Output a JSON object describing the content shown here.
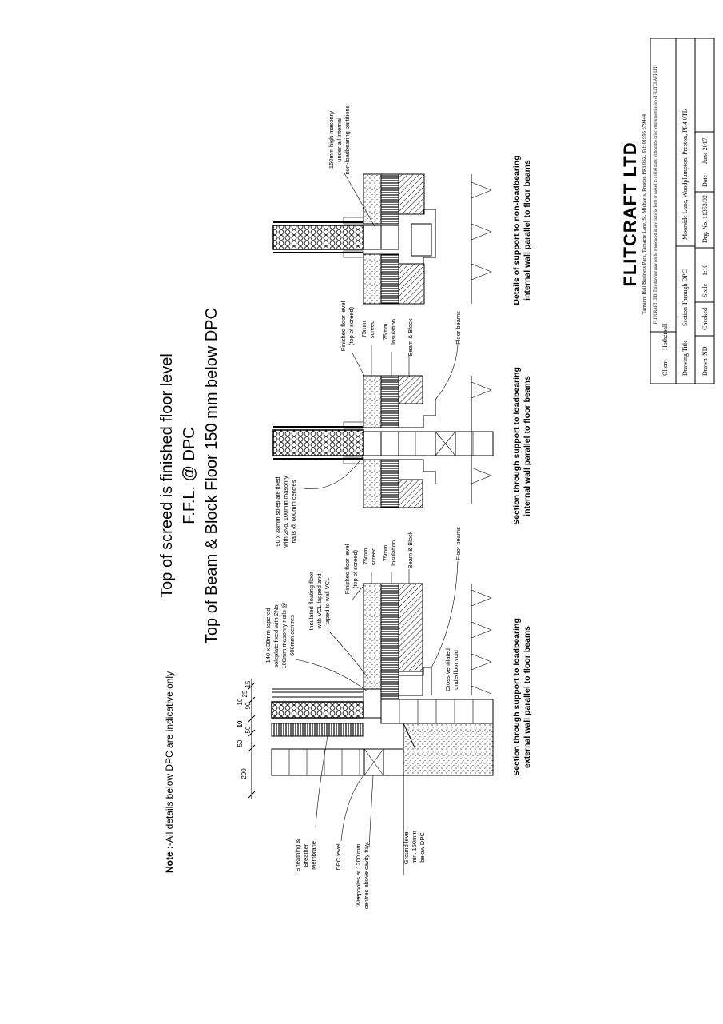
{
  "headings": {
    "line1": "Top of screed is finished floor level",
    "line2": "F.F.L. @ DPC",
    "line3": "Top of Beam & Block Floor 150 mm below DPC"
  },
  "note": {
    "bold": "Note :",
    "text": "-All details below DPC are indicative only"
  },
  "section_titles": [
    {
      "l1": "Section through support to loadbearing",
      "l2": "external wall parallel to floor beams"
    },
    {
      "l1": "Section through support to loadbearing",
      "l2": "internal wall parallel to floor beams"
    },
    {
      "l1": "Details of support to non-loadbearing",
      "l2": "internal wall parallel to floor beams"
    }
  ],
  "labels": {
    "sheathing": [
      "Sheathing &",
      "Breather",
      "Membrane"
    ],
    "dpc_level": "DPC level",
    "weepholes": [
      "Weepholes at 1200 mm",
      "centres above cavity tray."
    ],
    "ground_level": [
      "Ground level",
      "min. 150mm",
      "below DPC"
    ],
    "soleplate_140": [
      "140 x 38mm tapered",
      "soleplate fixed with 2No.",
      "100mm masonry nails @",
      "600mm centres"
    ],
    "insulated_floor": [
      "Insulated floating floor",
      "with VCL lapped and",
      "taped to wall VCL"
    ],
    "soleplate_90": [
      "90 x 38mm soleplate fixed",
      "with 2No. 100mm masonry",
      "nails @ 600mm centres"
    ],
    "ffl": [
      "Finished floor level",
      "(top of screed)"
    ],
    "screed": [
      "75mm",
      "screed"
    ],
    "insulation": [
      "75mm",
      "Insulation"
    ],
    "beam_block": "Beam & Block",
    "floor_beams": "Floor beams",
    "void": [
      "Cross ventilated",
      "underfloor void"
    ],
    "masonry_150": [
      "150mm high masonry",
      "under all internal",
      "non-loadbearing partitions"
    ]
  },
  "dimensions": [
    "200",
    "50",
    "50",
    "10",
    "90",
    "10",
    "25",
    "15"
  ],
  "company": {
    "name": "FLITCRAFT LTD",
    "address": "Tarnacre Hall Business Park, Tarnacre Lane, St. Michaels, Preston PR3 0SZ. Tel: 01995 679444",
    "copyright": "FLITCRAFT LTD. This drawing may not be reproduced in any material form or passed to a third party without the prior written permission of FLITCRAFT LTD"
  },
  "title_block": {
    "client_label": "Client",
    "client": "Hothersall",
    "drawing_title_label": "Drawing Title",
    "drawing_title": "Section Through DPC",
    "site": "Moorside Lane, Woodplumpton, Preston, PR4 0TB",
    "drawn_label": "Drawn",
    "drawn": "ND",
    "checked_label": "Checked",
    "checked": "",
    "scale_label": "Scale",
    "scale": "1:10",
    "drg_label": "Drg. No.",
    "drg": "11353/02",
    "date_label": "Date",
    "date": "June 2017"
  }
}
